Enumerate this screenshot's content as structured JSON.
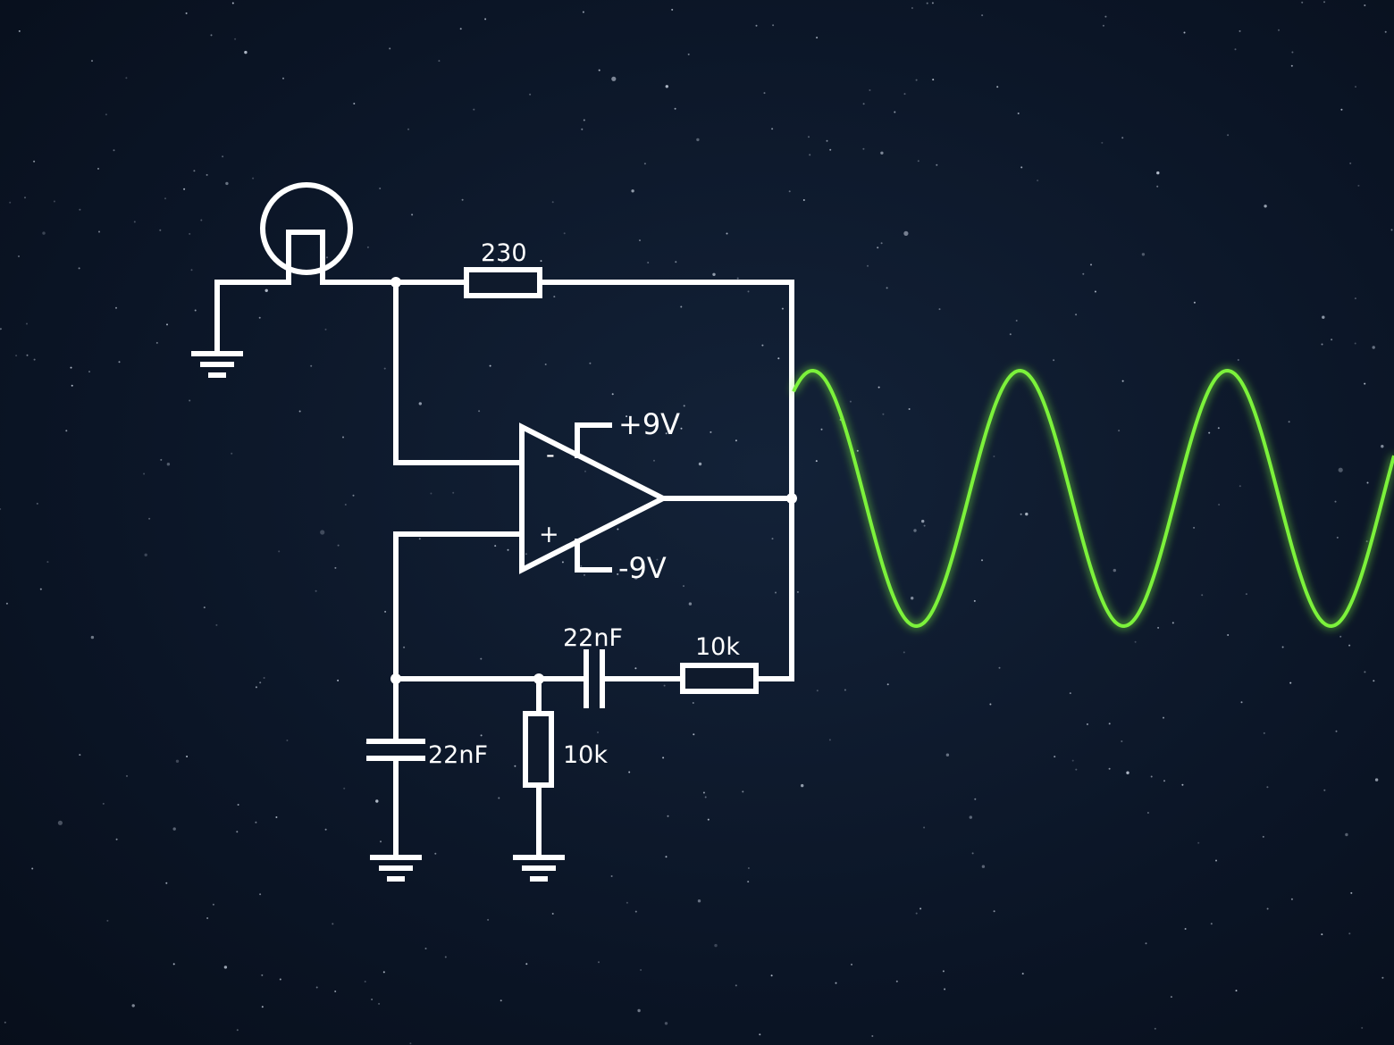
{
  "labels": {
    "lamp_resistor": "230",
    "supply_positive": "+9V",
    "supply_negative": "-9V",
    "inverting_input": "-",
    "noninverting_input": "+",
    "feedback_capacitor": "22nF",
    "feedback_resistor": "10k",
    "ground_capacitor": "22nF",
    "ground_resistor": "10k"
  },
  "waveform": {
    "color": "#7cf23a",
    "cycles": 2.7
  },
  "colors": {
    "background": "#0a1322",
    "wire": "#ffffff",
    "star": "#cfd8e6"
  }
}
